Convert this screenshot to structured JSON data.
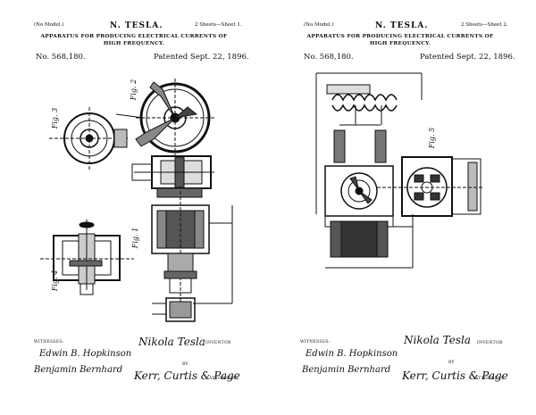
{
  "sheets": [
    {
      "model_note": "(No Model.)",
      "sheet_info": "2 Sheets—Sheet 1.",
      "inventor": "N. TESLA.",
      "title_line1": "APPARATUS FOR PRODUCING ELECTRICAL CURRENTS OF",
      "title_line2": "HIGH FREQUENCY.",
      "patent_no": "No. 568,180.",
      "patented": "Patented Sept. 22, 1896.",
      "fig_labels": [
        "Fig. 2",
        "Fig. 3",
        "Fig. 1",
        "Fig. 4"
      ],
      "witnesses_label": "WITNESSES:",
      "witness1": "Edwin B. Hopkinson",
      "witness2": "Benjamin Bernhard",
      "inventor_sig": "Nikola Tesla",
      "inventor_label": "INVENTOR",
      "by_label": "BY",
      "attorneys_sig": "Kerr, Curtis & Page",
      "attorneys_label": "ATTORNEYS"
    },
    {
      "model_note": "(No Model.)",
      "sheet_info": "2 Sheets—Sheet 2.",
      "inventor": "N. TESLA.",
      "title_line1": "APPARATUS FOR PRODUCING ELECTRICAL CURRENTS OF",
      "title_line2": "HIGH FREQUENCY.",
      "patent_no": "No. 568,180.",
      "patented": "Patented Sept. 22, 1896.",
      "fig_labels": [
        "Fig. 5"
      ],
      "witnesses_label": "WITNESSES:",
      "witness1": "Edwin B. Hopkinson",
      "witness2": "Benjamin Bernhard",
      "inventor_sig": "Nikola Tesla",
      "inventor_label": "INVENTOR",
      "by_label": "BY",
      "attorneys_sig": "Kerr, Curtis & Page",
      "attorneys_label": "ATTORNEYS"
    }
  ]
}
